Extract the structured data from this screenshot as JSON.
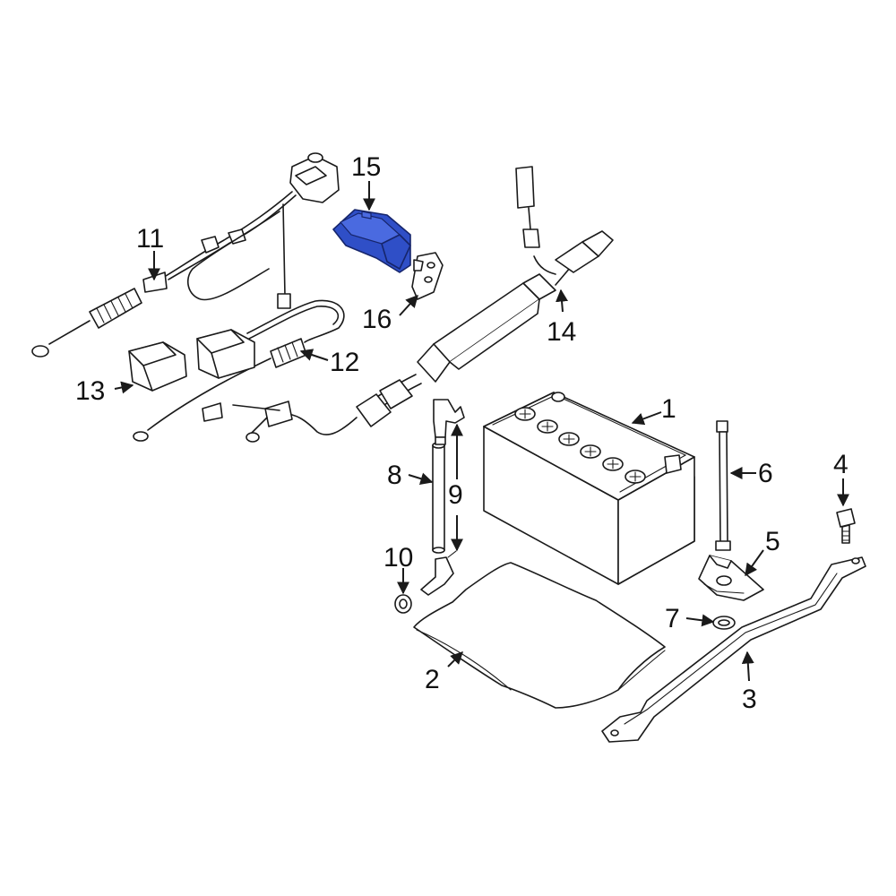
{
  "diagram": {
    "highlight_color": "#2f4fc7",
    "highlighted_part": "15",
    "callouts": [
      {
        "id": "c1",
        "label": "1"
      },
      {
        "id": "c2",
        "label": "2"
      },
      {
        "id": "c3",
        "label": "3"
      },
      {
        "id": "c4",
        "label": "4"
      },
      {
        "id": "c5",
        "label": "5"
      },
      {
        "id": "c6",
        "label": "6"
      },
      {
        "id": "c7",
        "label": "7"
      },
      {
        "id": "c8",
        "label": "8"
      },
      {
        "id": "c9",
        "label": "9"
      },
      {
        "id": "c10",
        "label": "10"
      },
      {
        "id": "c11",
        "label": "11"
      },
      {
        "id": "c12",
        "label": "12"
      },
      {
        "id": "c13",
        "label": "13"
      },
      {
        "id": "c14",
        "label": "14"
      },
      {
        "id": "c15",
        "label": "15"
      },
      {
        "id": "c16",
        "label": "16"
      }
    ]
  }
}
